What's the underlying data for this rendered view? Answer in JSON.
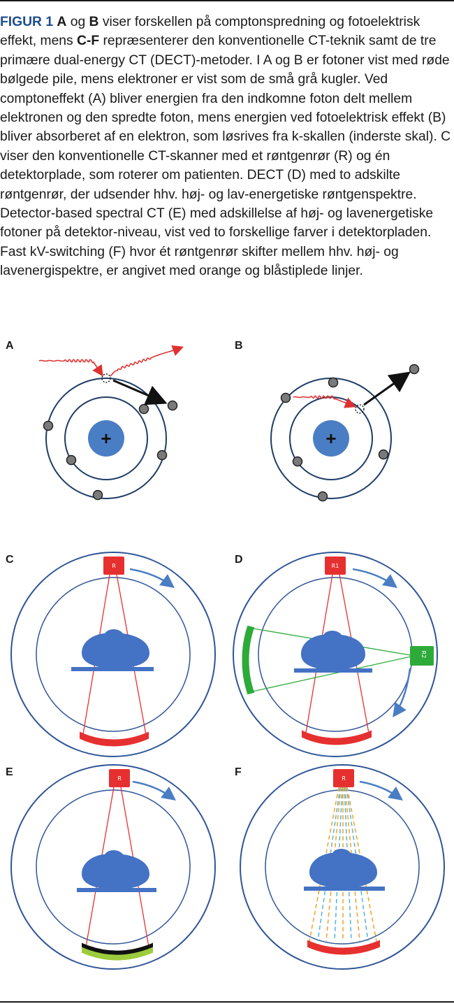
{
  "caption": {
    "figure_label": "FIGUR 1",
    "parts": [
      {
        "bold": true,
        "text": "A"
      },
      {
        "bold": false,
        "text": " og "
      },
      {
        "bold": true,
        "text": "B"
      },
      {
        "bold": false,
        "text": " viser forskellen på comptonspredning og fotoelektrisk effekt, mens "
      },
      {
        "bold": true,
        "text": "C-F"
      },
      {
        "bold": false,
        "text": " repræsenterer den konventionelle CT-teknik samt de tre primære dual-energy CT (DECT)-metoder. I A og B er fotoner vist med røde bølgede pile, mens elektroner er vist som de små grå kugler. Ved comptoneffekt (A) bliver energien fra den indkomne foton delt mellem elektronen og den spredte foton, mens energien ved fotoelektrisk effekt (B) bliver absorberet af en elektron, som løsrives fra k-skallen (inderste skal). C viser den konventionelle CT-skanner med et røntgenrør (R) og én detektorplade, som roterer om patienten. DECT (D) med to adskilte røntgenrør, der udsender hhv. høj- og lav-energetiske røntgenspektre. Detector-based spectral CT (E) med adskillelse af høj- og lavenergetiske fotoner på detektor-niveau, vist ved to forskellige farver i detektorpladen. Fast kV-switching (F) hvor ét røntgenrør skifter mellem hhv. høj- og lavenergispektre, er angivet med orange og blåstiplede linjer."
      }
    ]
  },
  "panels": {
    "a": {
      "label": "A",
      "nucleus": "+"
    },
    "b": {
      "label": "B",
      "nucleus": "+"
    },
    "c": {
      "label": "C",
      "tube": "R"
    },
    "d": {
      "label": "D",
      "tube1": "R1",
      "tube2": "R2"
    },
    "e": {
      "label": "E",
      "tube": "R"
    },
    "f": {
      "label": "F",
      "tube": "R"
    }
  },
  "colors": {
    "caption_label": "#1f4e8c",
    "orbit": "#1f3d66",
    "nucleus": "#4a7ec4",
    "electron": "#7a7a7a",
    "photon": "#e03030",
    "tube": "#e63030",
    "gantry": "#2f5597",
    "patient": "#4472c4",
    "rotation_arrow": "#4a7ec4",
    "green": "#2eaa3a",
    "orange": "#f0a830",
    "light_blue": "#5bb8d8",
    "detector_black": "#111111",
    "detector_green": "#9ccc3c"
  }
}
